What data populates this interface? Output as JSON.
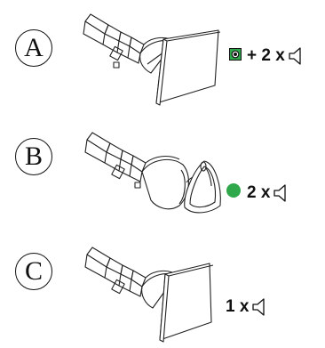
{
  "steps": [
    {
      "letter": "A",
      "device": "key card",
      "signal_prefix": "+ 2 x",
      "indicator": "square-led-icon"
    },
    {
      "letter": "B",
      "device": "key fob",
      "signal_prefix": "2 x",
      "indicator": "green-dot-icon"
    },
    {
      "letter": "C",
      "device": "key card",
      "signal_prefix": "1 x",
      "indicator": "none"
    }
  ],
  "colors": {
    "led_green": "#2ea84a",
    "line": "#222222"
  }
}
